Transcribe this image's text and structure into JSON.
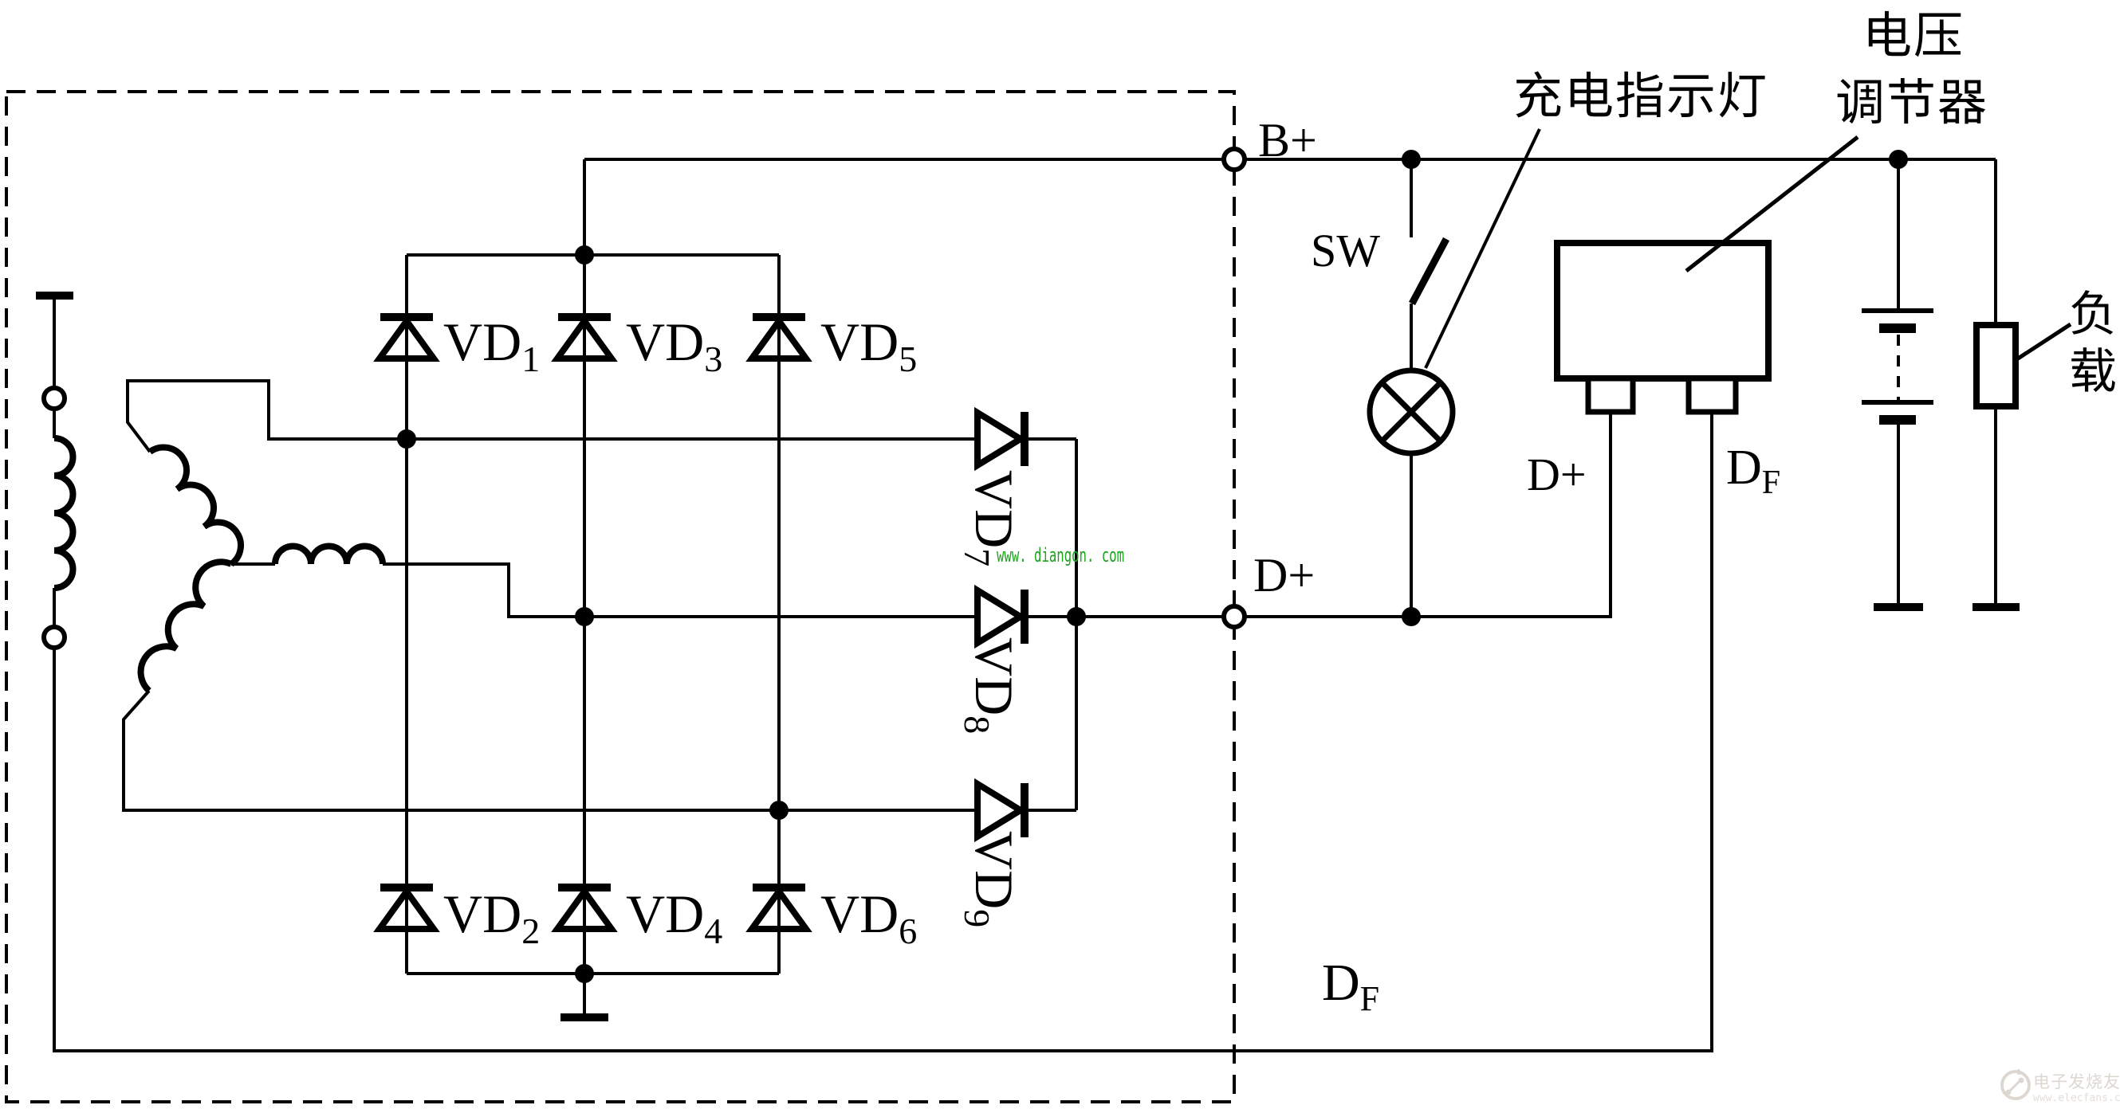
{
  "colors": {
    "ink": "#000000",
    "watermark_green": "#1ba51b",
    "watermark_faint": "#dcd8d1",
    "watermark_faint_small": "#e3dfd8"
  },
  "terminals": {
    "b_plus": "B+",
    "d_plus_internal": "D+"
  },
  "switch": {
    "label": "SW"
  },
  "charge_lamp": {
    "label": "充电指示灯"
  },
  "regulator": {
    "label_line1": "电压",
    "label_line2": "调节器",
    "terminal_d_plus": "D+",
    "terminal_df_base": "D",
    "terminal_df_sub": "F"
  },
  "field_winding": {
    "df_base": "D",
    "df_sub": "F"
  },
  "load": {
    "label_line1": "负",
    "label_line2": "载"
  },
  "diodes": {
    "top": [
      {
        "base": "VD",
        "sub": "1"
      },
      {
        "base": "VD",
        "sub": "3"
      },
      {
        "base": "VD",
        "sub": "5"
      }
    ],
    "bottom": [
      {
        "base": "VD",
        "sub": "2"
      },
      {
        "base": "VD",
        "sub": "4"
      },
      {
        "base": "VD",
        "sub": "6"
      }
    ],
    "aux": [
      {
        "base": "VD",
        "sub": "7"
      },
      {
        "base": "VD",
        "sub": "8"
      },
      {
        "base": "VD",
        "sub": "9"
      }
    ]
  },
  "watermarks": {
    "center": "www. diangon. com",
    "corner_title": "电子发烧友",
    "corner_url": "www.elecfans.com"
  }
}
